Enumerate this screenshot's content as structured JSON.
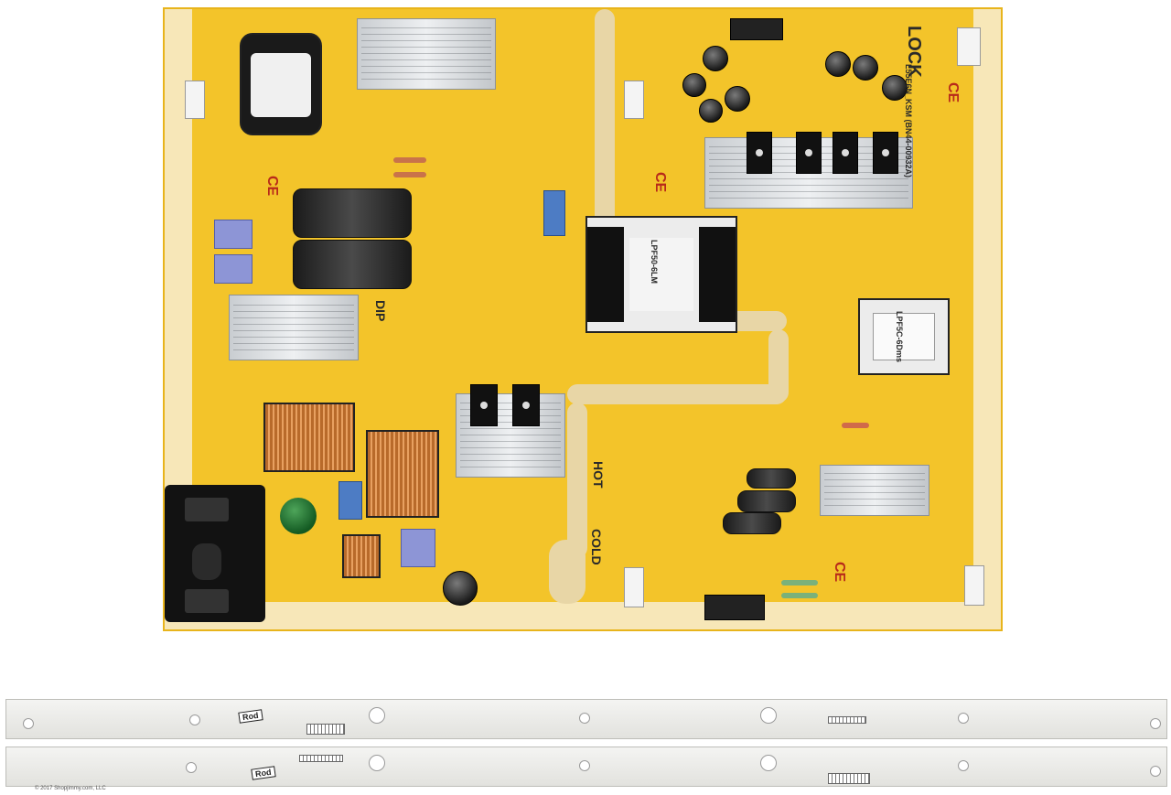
{
  "board": {
    "markings": {
      "lock": "LOCK",
      "dip": "DIP",
      "hot": "HOT",
      "cold": "COLD",
      "ce": "CE",
      "model_code": "L55E6N_KSM (BN44-00932A)",
      "transformer_main": "LPF50-6LM",
      "transformer_small": "LPF5C-6Dms"
    }
  },
  "led_strips": {
    "strip_top_label": "Rod",
    "strip_bottom_label": "Rod"
  },
  "footer": {
    "copyright": "© 2017 Shopjimmy.com, LLC"
  },
  "colors": {
    "pcb": "#f3c42a",
    "heatsink": "#d8dbde",
    "strip": "#ebebe8"
  }
}
